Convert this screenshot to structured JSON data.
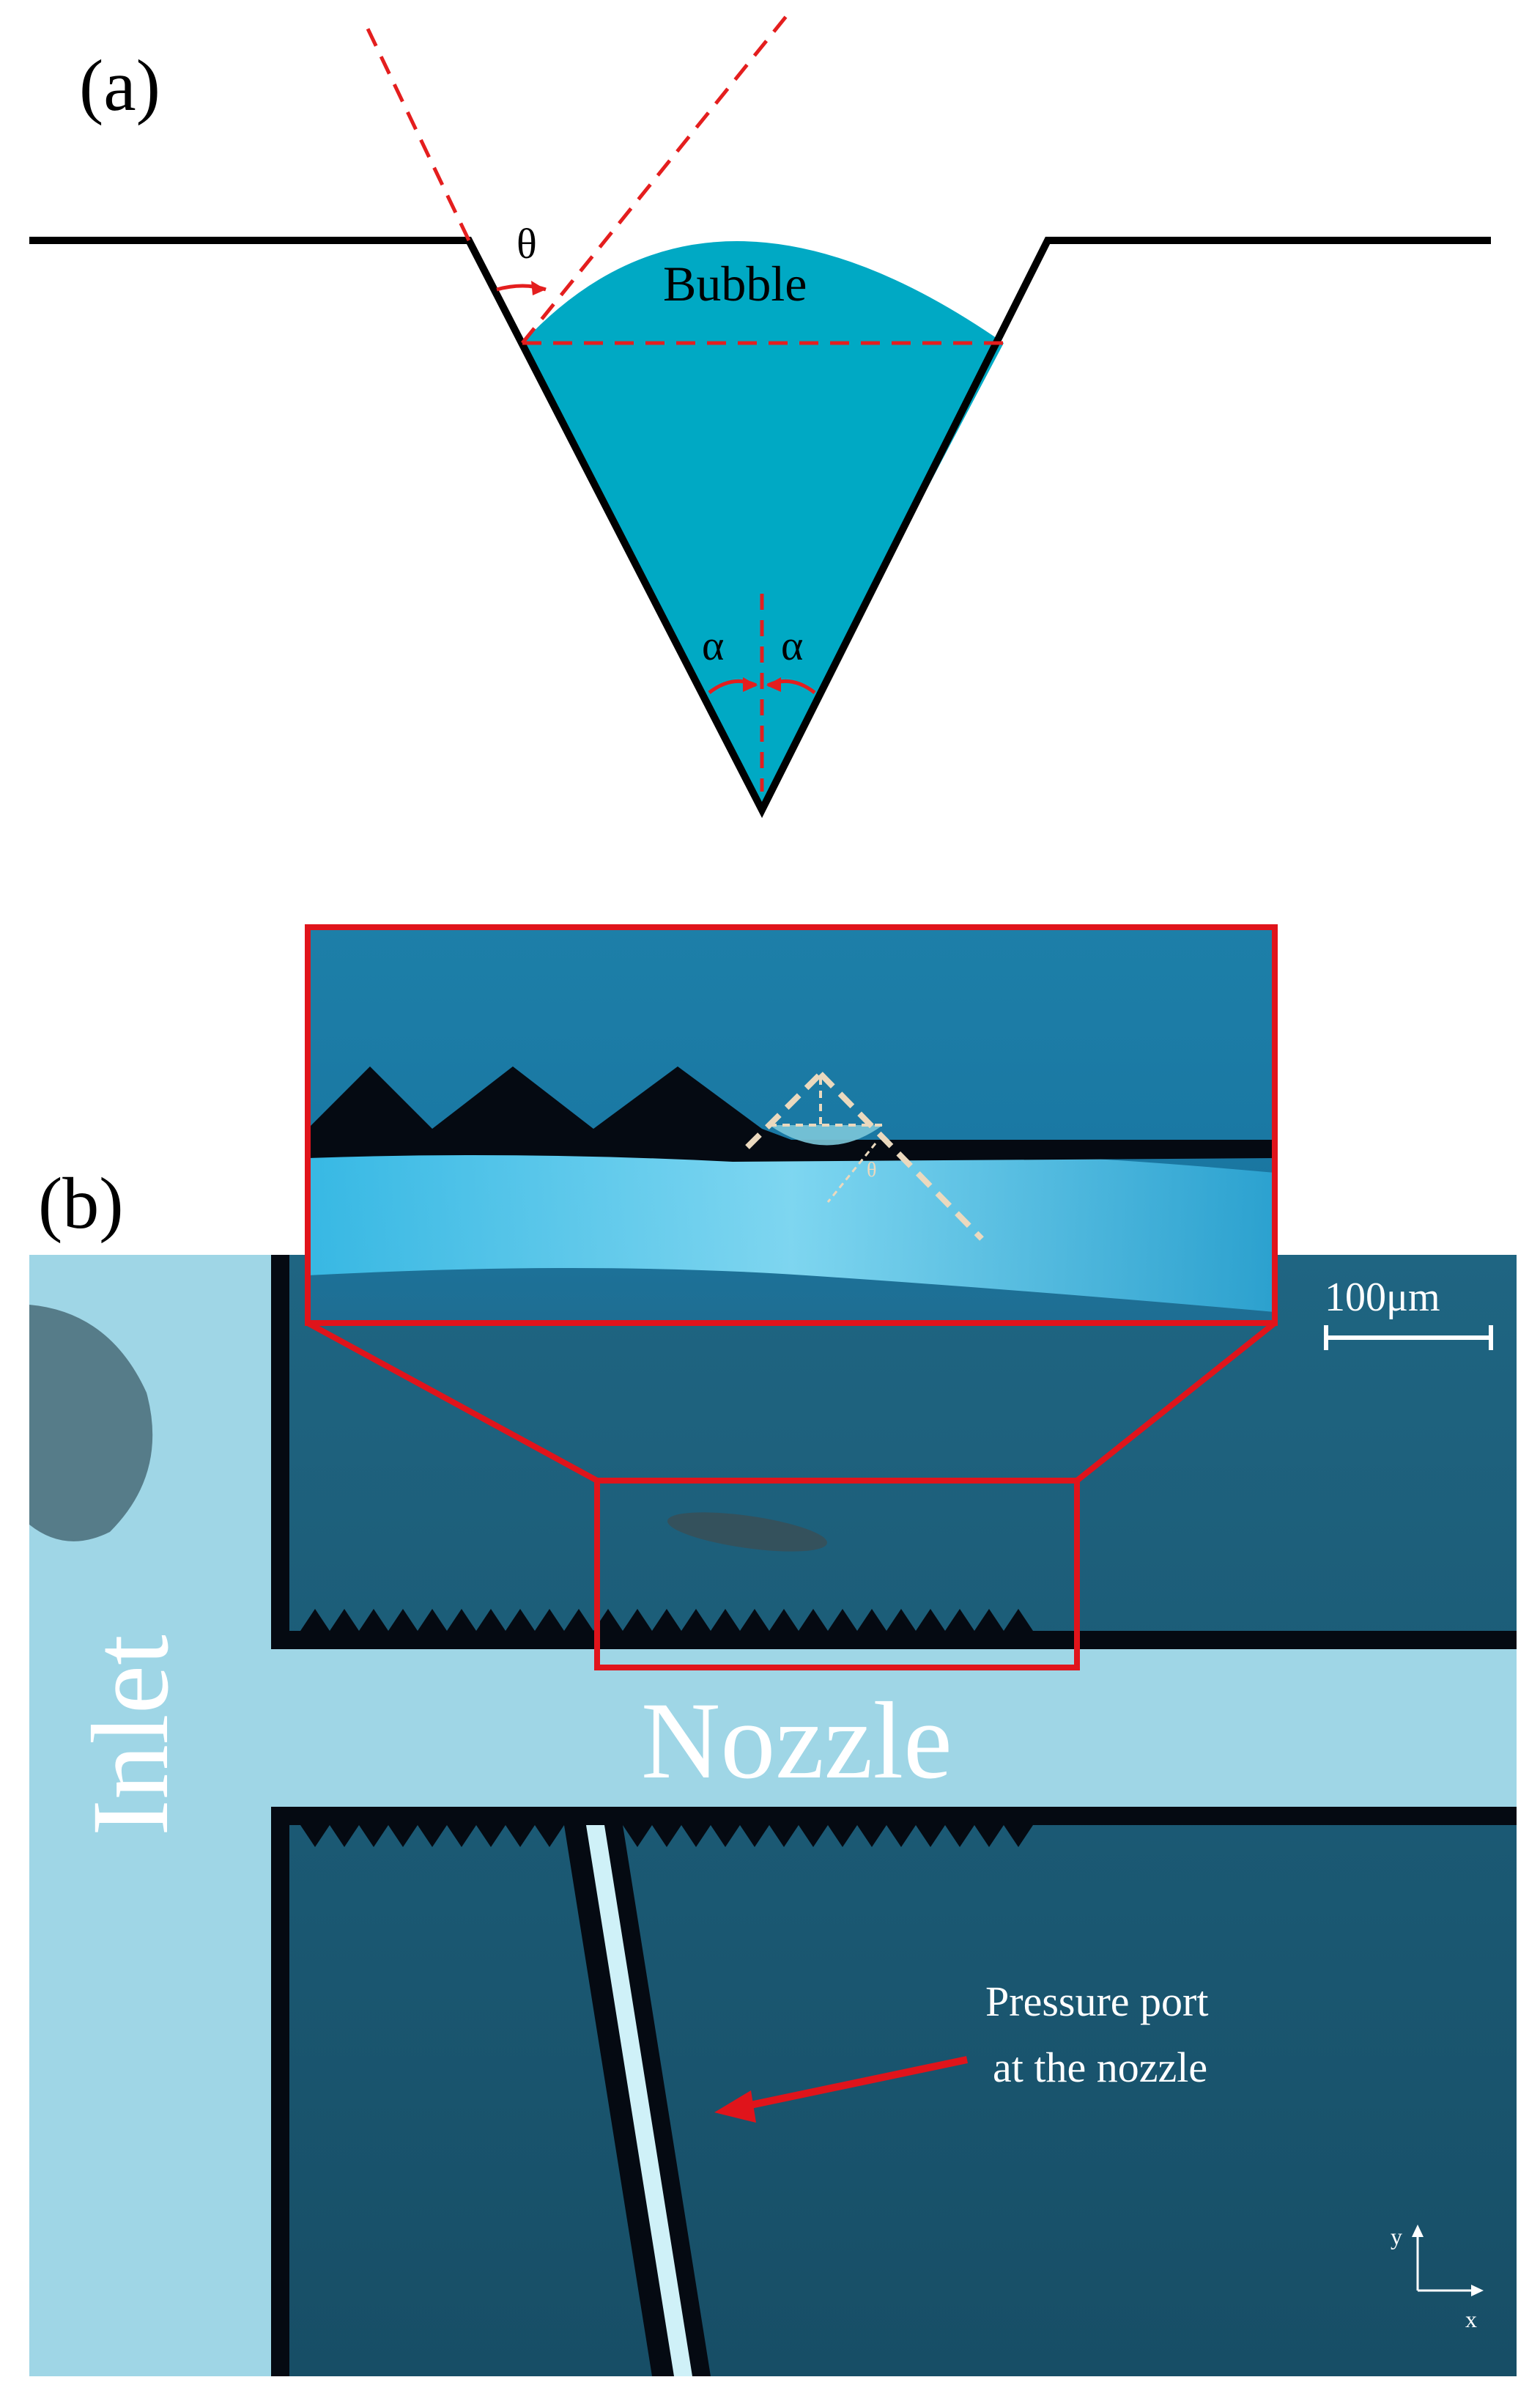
{
  "panel_a": {
    "label": "(a)",
    "bubble_label": "Bubble",
    "theta_symbol": "θ",
    "alpha_left": "α",
    "alpha_right": "α",
    "colors": {
      "bubble_fill": "#00A9C4",
      "wall": "#000000",
      "guide_lines": "#E41E1E"
    }
  },
  "panel_b": {
    "label": "(b)",
    "scale_bar_label": "100μm",
    "inlet_label": "Inlet",
    "nozzle_label": "Nozzle",
    "pressure_port_line1": "Pressure port",
    "pressure_port_line2": "at the nozzle",
    "inset_theta": "θ",
    "axis_y": "y",
    "axis_x": "x",
    "colors": {
      "channel": "#9FD6E6",
      "background": "#1E5F78",
      "wall": "#050A12",
      "zoom_box": "#E0141B",
      "arrow": "#E0141B"
    }
  }
}
